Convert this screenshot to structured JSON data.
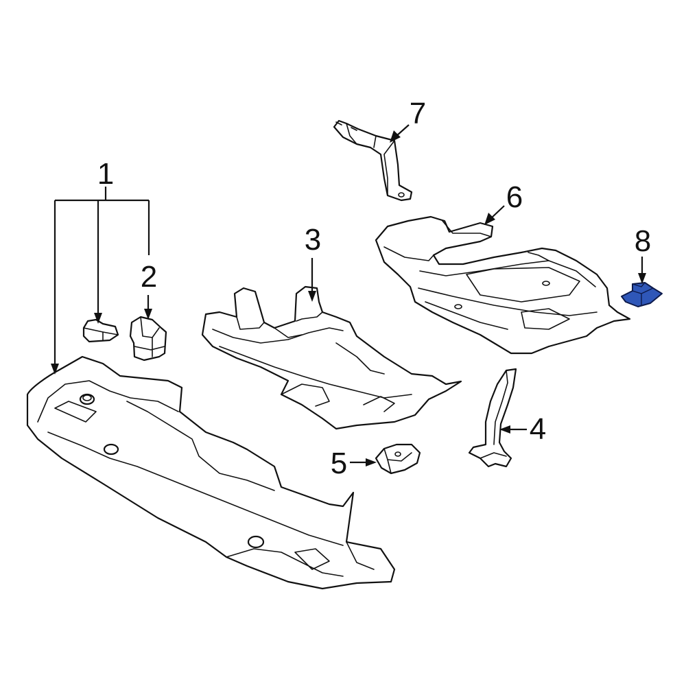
{
  "callouts": {
    "c1": "1",
    "c2": "2",
    "c3": "3",
    "c4": "4",
    "c5": "5",
    "c6": "6",
    "c7": "7",
    "c8": "8"
  },
  "colors": {
    "highlight": "#2f57b8",
    "line": "#111111",
    "background": "#ffffff"
  }
}
